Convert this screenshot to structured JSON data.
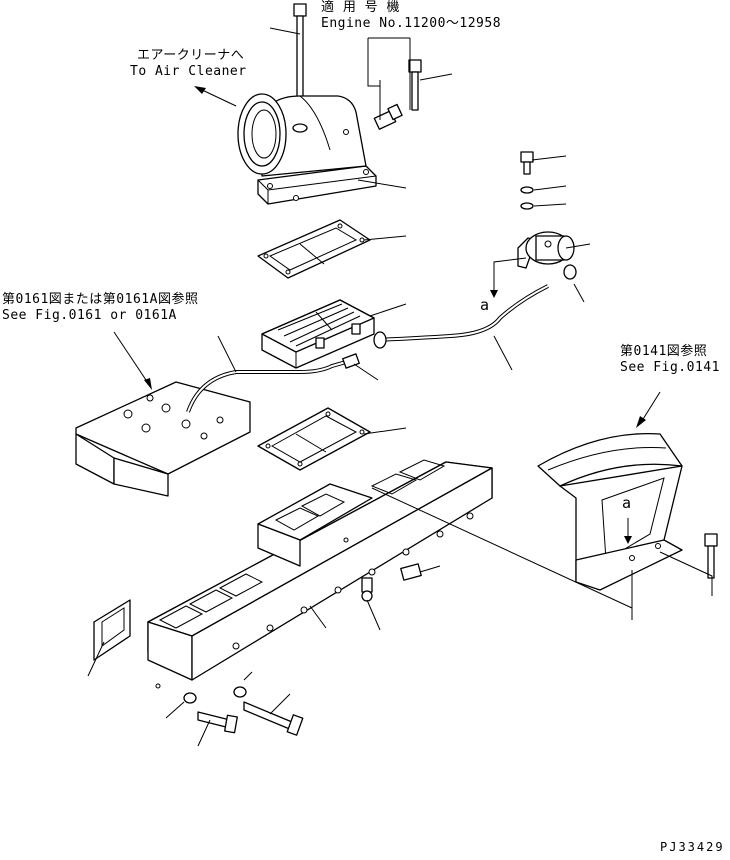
{
  "notes": {
    "applicable_jp": "適 用 号 機",
    "engine_range": "Engine No.11200～12958",
    "air_cleaner_jp": "エアークリーナへ",
    "air_cleaner_en": "To Air Cleaner",
    "fig0161_jp": "第0161図または第0161A図参照",
    "fig0161_en": "See Fig.0161 or 0161A",
    "fig0141_jp": "第0141図参照",
    "fig0141_en": "See Fig.0141",
    "ref_a_upper": "a",
    "ref_a_lower": "a"
  },
  "drawing_code": "PJ33429"
}
